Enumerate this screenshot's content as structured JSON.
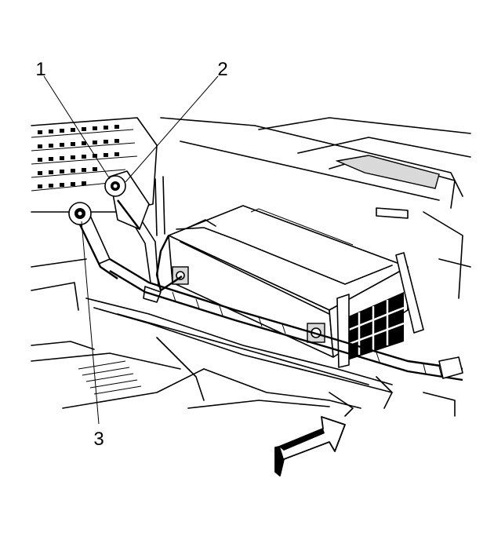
{
  "callouts": [
    {
      "id": "1",
      "label": "1"
    },
    {
      "id": "2",
      "label": "2"
    },
    {
      "id": "3",
      "label": "3"
    }
  ],
  "colors": {
    "ink": "#000000",
    "paper": "#ffffff",
    "shade": "#d9d9d9"
  },
  "icons": {
    "direction": "forward-arrow-icon"
  }
}
